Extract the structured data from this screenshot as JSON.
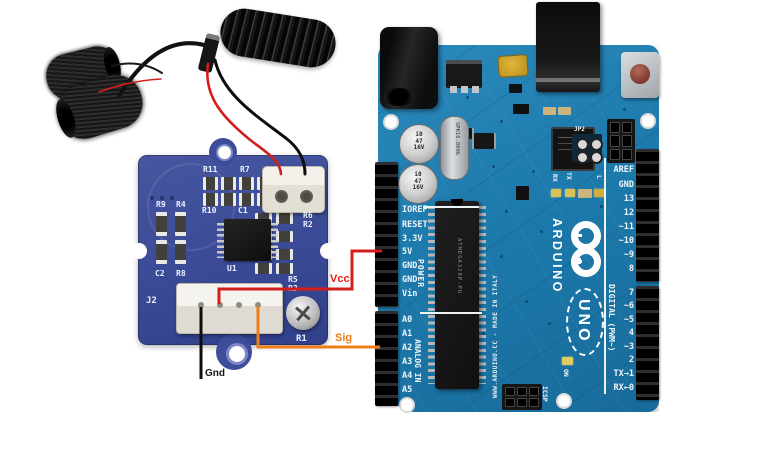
{
  "wiring": {
    "vcc_label": "Vcc",
    "sig_label": "Sig",
    "gnd_label": "Gnd"
  },
  "colors": {
    "wire_red": "#d41e1e",
    "wire_orange": "#ef7d18",
    "wire_black": "#0d0d0d",
    "arduino_blue": "#1d79ad",
    "grove_blue": "#3f4fa0"
  },
  "grove": {
    "silk": {
      "r11": "R11",
      "r7": "R7",
      "r9": "R9",
      "r4": "R4",
      "r10": "R10",
      "c1": "C1",
      "r6": "R6",
      "r2": "R2",
      "c2": "C2",
      "r8": "R8",
      "u1": "U1",
      "r5": "R5",
      "r3": "R3",
      "j2": "J2",
      "r1": "R1"
    }
  },
  "arduino": {
    "brand": "ARDUINO",
    "model": "UNO",
    "board_text": "WWW.ARDUINO.CC - MADE IN ITALY",
    "digital_label": "DIGITAL (PWM~)",
    "power_label": "POWER",
    "analog_label": "ANALOG IN",
    "icsp_label": "ICSP",
    "on_label": "ON",
    "jp2_label": "JP2",
    "led_rx": "RX",
    "led_tx": "TX",
    "led_l": "L",
    "mcu_text": "ATMEGA328P-PU",
    "crystal_text": "SPK16.000G",
    "cap": [
      "i0",
      "47",
      "16V"
    ],
    "pins_power": [
      "IOREF",
      "RESET",
      "3.3V",
      "5V",
      "GND",
      "GND",
      "Vin"
    ],
    "pins_analog": [
      "A0",
      "A1",
      "A2",
      "A3",
      "A4",
      "A5"
    ],
    "pins_digital_top": [
      "AREF",
      "GND",
      "13",
      "12",
      "~11",
      "~10",
      "~9",
      "8"
    ],
    "pins_digital_bottom": [
      "7",
      "~6",
      "~5",
      "4",
      "~3",
      "2",
      "TX→1",
      "RX←0"
    ]
  }
}
